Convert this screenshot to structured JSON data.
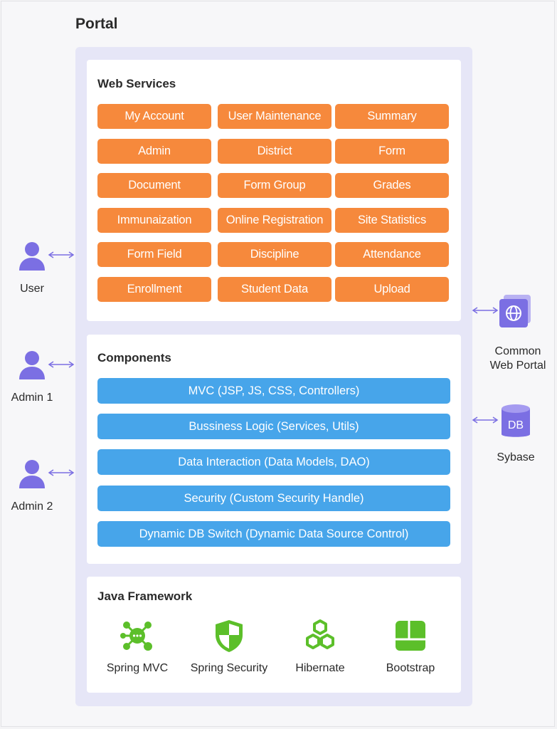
{
  "portal": {
    "title": "Portal"
  },
  "web_services": {
    "title": "Web Services",
    "items": [
      "My Account",
      "User Maintenance",
      "Summary",
      "Admin",
      "District",
      "Form",
      "Document",
      "Form Group",
      "Grades",
      "Immunaization",
      "Online Registration",
      "Site Statistics",
      "Form Field",
      "Discipline",
      "Attendance",
      "Enrollment",
      "Student Data",
      "Upload"
    ]
  },
  "components": {
    "title": "Components",
    "items": [
      "MVC (JSP, JS, CSS, Controllers)",
      "Bussiness Logic (Services, Utils)",
      "Data Interaction (Data Models, DAO)",
      "Security (Custom Security Handle)",
      "Dynamic DB Switch (Dynamic Data Source Control)"
    ]
  },
  "java_framework": {
    "title": "Java Framework",
    "items": [
      {
        "label": "Spring MVC",
        "icon": "spring-mvc-icon"
      },
      {
        "label": "Spring Security",
        "icon": "shield-icon"
      },
      {
        "label": "Hibernate",
        "icon": "hexagons-icon"
      },
      {
        "label": "Bootstrap",
        "icon": "layout-grid-icon"
      }
    ]
  },
  "actors": [
    {
      "label": "User",
      "icon": "person-icon"
    },
    {
      "label": "Admin 1",
      "icon": "person-icon"
    },
    {
      "label": "Admin 2",
      "icon": "person-icon"
    }
  ],
  "external": {
    "web_portal": {
      "label_line1": "Common",
      "label_line2": "Web Portal",
      "icon": "globe-window-icon"
    },
    "database": {
      "label": "Sybase",
      "icon_text": "DB",
      "icon": "database-icon"
    }
  },
  "colors": {
    "web_service_button": "#f6893c",
    "component_bar": "#47a5ea",
    "framework_icon": "#5cbf2a",
    "actor_icon": "#7b6fe3",
    "portal_background": "#e6e6f7"
  }
}
